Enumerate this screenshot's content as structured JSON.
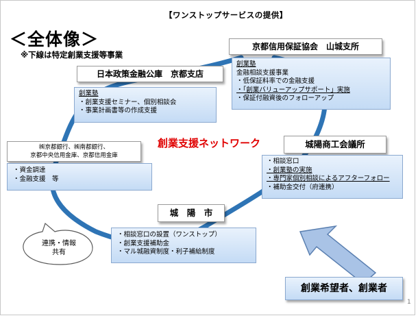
{
  "header_title": "【ワンストップサービスの提供】",
  "heading": "＜全体像＞",
  "note": "※下線は特定創業支援等事業",
  "network_label": "創業支援ネットワーク",
  "kyoto_credit": {
    "title": "京都信用保証協会　山城支所",
    "items": [
      "創業塾",
      "金融相談支援事業",
      "・低保証料率での金融支援",
      "・「創業バリューアップサポート」実施",
      "・保証付融資後のフォローアップ"
    ]
  },
  "jfc": {
    "title": "日本政策金融公庫　京都支店",
    "items": [
      "創業塾",
      "・創業支援セミナー、個別相談会",
      "・事業計画書等の作成支援"
    ]
  },
  "banks": {
    "title_line1": "㈱京都銀行、㈱南都銀行、",
    "title_line2": "京都中央信用金庫、京都信用金庫",
    "items": [
      "・資金調達",
      "・金融支援　等"
    ]
  },
  "chamber": {
    "title": "城陽商工会議所",
    "items": [
      "・相談窓口",
      "・創業塾の実施",
      "・専門家個別相談によるアフターフォロー",
      "・補助金交付（府連携）"
    ]
  },
  "city": {
    "title": "城　陽　市",
    "items": [
      "・相談窓口の設置（ワンストップ）",
      "・創業支援補助金",
      "・マル城融資制度・利子補給制度"
    ]
  },
  "callout": {
    "line1": "連携・情報",
    "line2": "共有"
  },
  "target": "創業希望者、創業者",
  "page_number": "1",
  "colors": {
    "loop": "#2e74b5",
    "box_top": "#e9f2fc",
    "box_bottom": "#c4dbf5",
    "network_text": "#e00000",
    "arrow": "#a9c3e6"
  },
  "icons": {
    "arrow": "large-up-left-arrow"
  }
}
